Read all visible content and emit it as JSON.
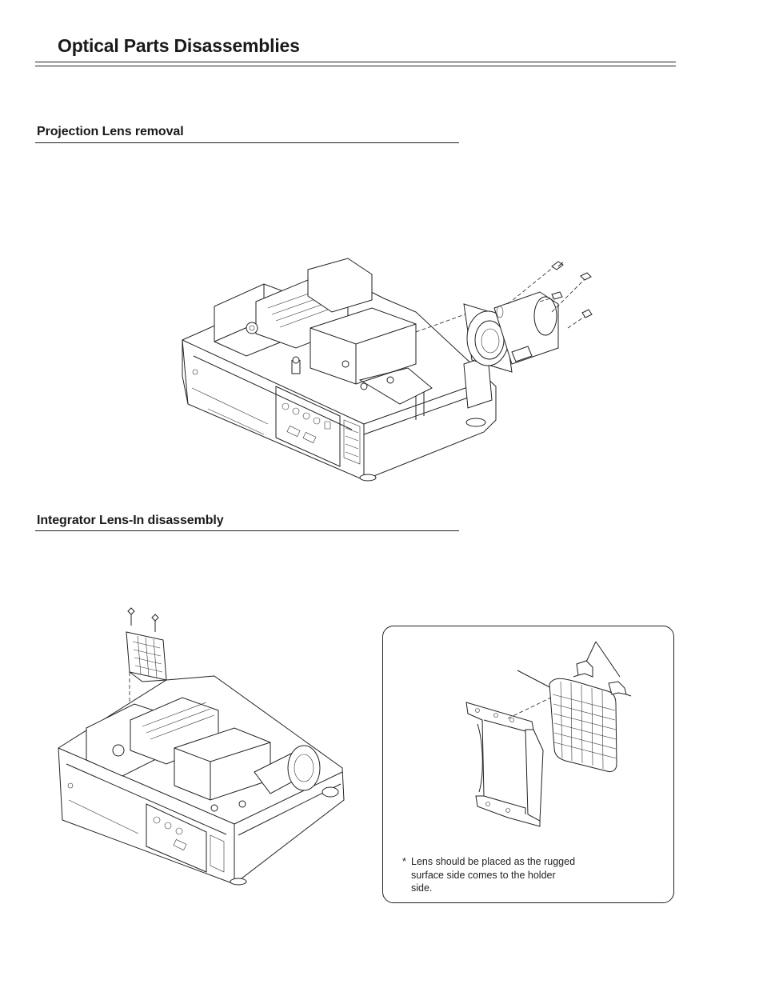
{
  "page": {
    "title": "Optical Parts Disassemblies"
  },
  "sections": [
    {
      "heading": "Projection Lens removal"
    },
    {
      "heading": "Integrator Lens-In disassembly"
    }
  ],
  "note": {
    "marker": "*",
    "text": "Lens should be placed as the rugged surface side comes to the holder side."
  }
}
